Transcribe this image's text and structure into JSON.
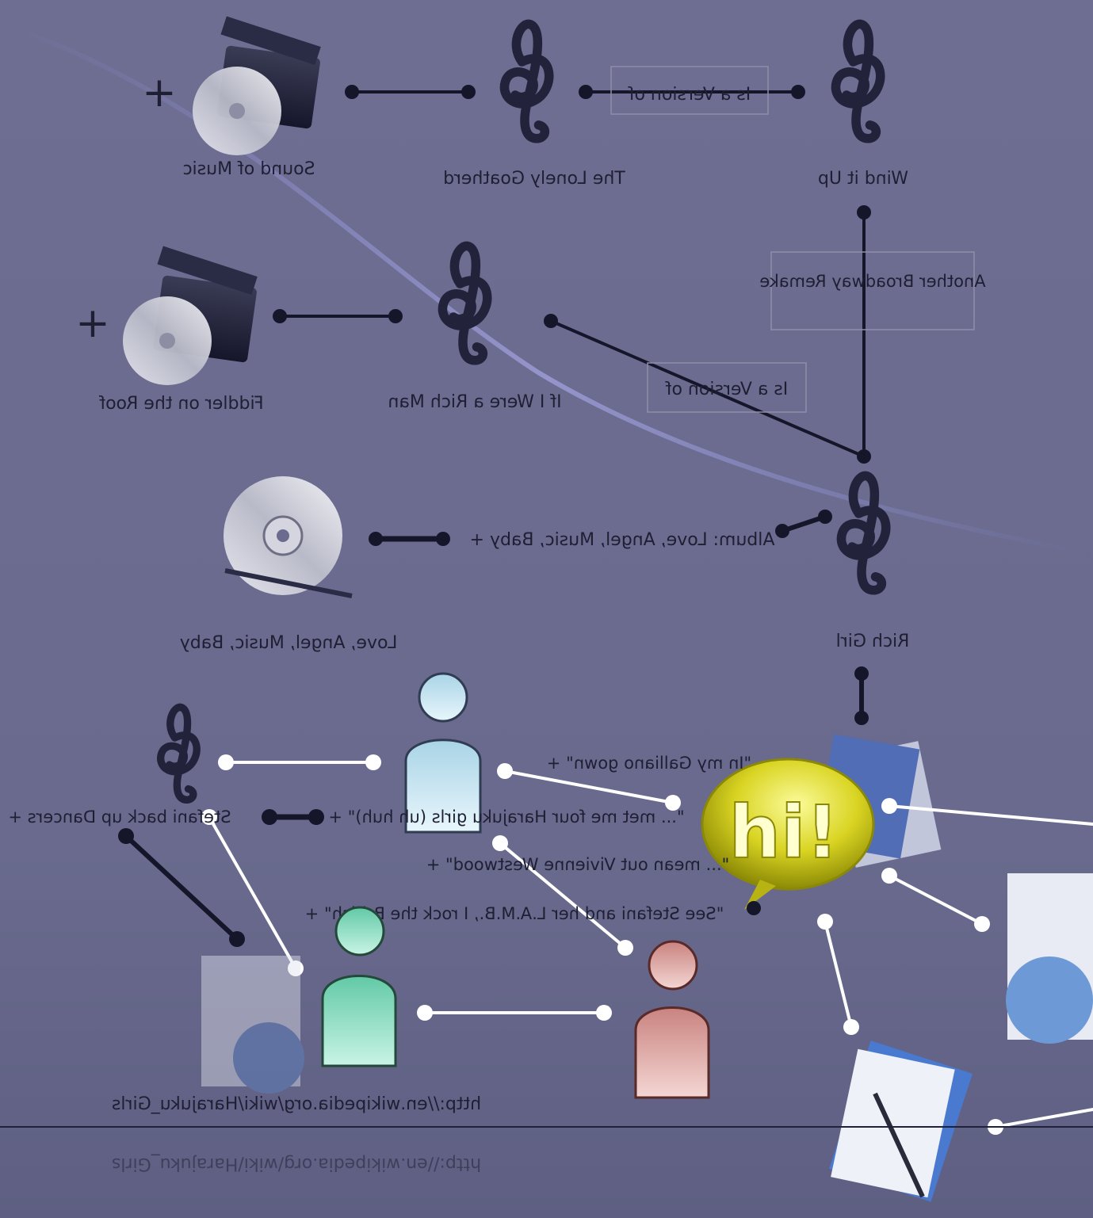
{
  "nodes": {
    "sound_of_music": {
      "label": "Sound of Music",
      "icon": "movie-clapper-dvd-icon",
      "expander": "+"
    },
    "lonely_goatherd": {
      "label": "The Lonely Goatherd",
      "icon": "treble-clef-icon"
    },
    "wind_it_up": {
      "label": "Wind it Up",
      "icon": "treble-clef-icon"
    },
    "fiddler": {
      "label": "Fiddler on the Roof",
      "icon": "movie-clapper-dvd-icon",
      "expander": "+"
    },
    "rich_man": {
      "label": "If I Were a Rich Man",
      "icon": "treble-clef-icon"
    },
    "rich_girl": {
      "label": "Rich Girl",
      "icon": "treble-clef-icon"
    },
    "album": {
      "label": "Love, Angel, Music, Baby",
      "icon": "cd-disc-icon"
    },
    "wiki_url": {
      "label": "http://en.wikipedia.org/wiki/Harajuku_Girls",
      "icon": "web-document-icon"
    },
    "wiki_url_reflection": {
      "label": "http://en.wikipedia.org/wiki/Harajuku_Girls"
    }
  },
  "edge_labels": {
    "version_1": "Is a Version of",
    "broadway": "Another Broadway Remake",
    "version_2": "Is a Version of",
    "album_link": "Album: Love, Angel, Music, Baby +",
    "stefani_backup": "Stefani back up Dancers +",
    "harajuku_quote": "\"... met me four Harajuku girls (uh huh)\" +",
    "galliano": "\"In my Galliano gown\" +",
    "westwood": "\"... mean out Vivienne Westwood\" +",
    "see_stefani": "\"See Stefani and her L.A.M.B., I rock the British\" +"
  },
  "icons": [
    "treble-clef-icon",
    "person-blue-icon",
    "person-green-icon",
    "person-red-icon",
    "hi-chat-bubble-icon",
    "text-document-icon",
    "edit-document-icon",
    "web-document-icon"
  ],
  "colors": {
    "background": "#6b6b8f",
    "edge_dark": "#15162a",
    "edge_light": "#ffffff",
    "text": "#1e1f33"
  }
}
